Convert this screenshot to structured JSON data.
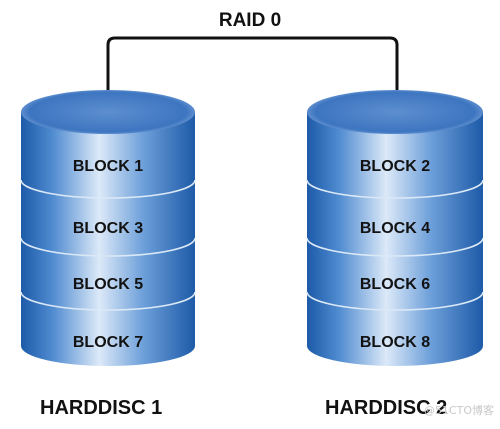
{
  "diagram": {
    "title": "RAID 0",
    "disks": [
      {
        "label": "HARDDISC 1",
        "blocks": [
          "BLOCK 1",
          "BLOCK 3",
          "BLOCK 5",
          "BLOCK 7"
        ]
      },
      {
        "label": "HARDDISC 2",
        "blocks": [
          "BLOCK 2",
          "BLOCK 4",
          "BLOCK 6",
          "BLOCK 8"
        ]
      }
    ],
    "watermark": "@51CTO博客"
  },
  "colors": {
    "cylinder_side": "#2f6dbc",
    "cylinder_side_highlight": "#cfe1f6",
    "cylinder_top": "#8cb4e2",
    "connector": "#111111",
    "text": "#111111"
  }
}
